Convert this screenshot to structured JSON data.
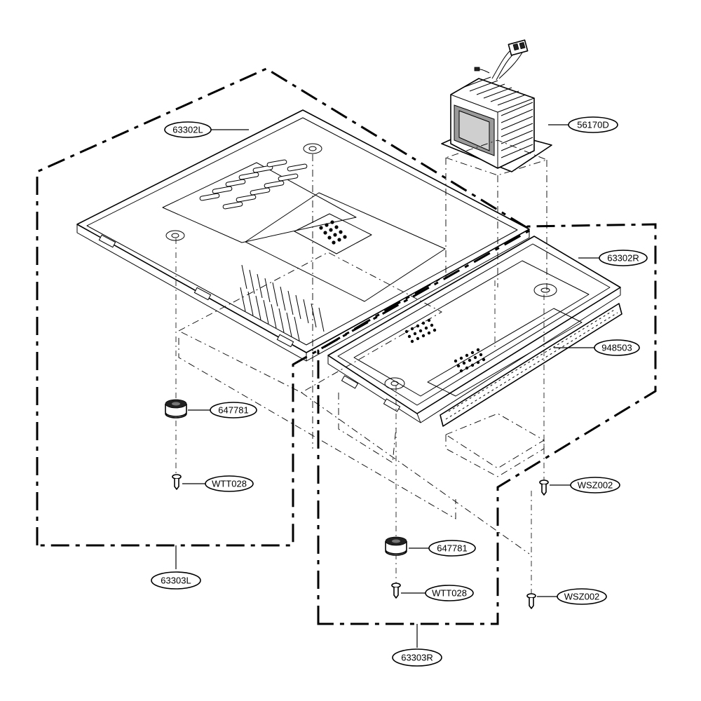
{
  "labels": {
    "transformer": "56170D",
    "plate_left": "63302L",
    "plate_right": "63302R",
    "strip": "948503",
    "foot_left": "647781",
    "foot_right": "647781",
    "screw_left": "WTT028",
    "screw_right": "WTT028",
    "screw_mid": "WSZ002",
    "screw_low": "WSZ002",
    "assy_left": "63303L",
    "assy_right": "63303R"
  }
}
